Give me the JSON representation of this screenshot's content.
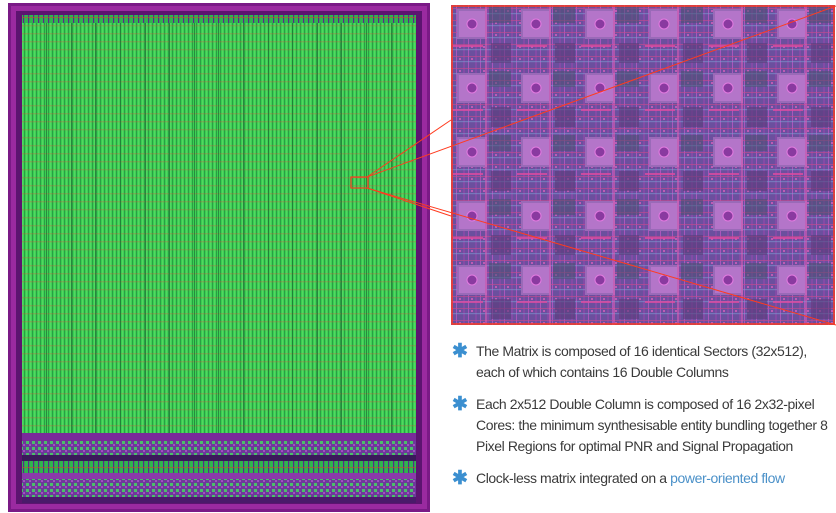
{
  "layout_view": {
    "colors": {
      "matrix_green": "#2ecc4a",
      "border_purple": "#8a1d8a",
      "grid_red": "#cc3a2a",
      "zoom_base": "#6a4f9c",
      "zoom_outline": "#ff3b1f",
      "bullet_blue": "#3b8fd0",
      "link_blue": "#4a90c8"
    }
  },
  "bullets": [
    {
      "icon": "asterisk-icon",
      "text": "The Matrix is composed of 16 identical Sectors (32x512), each of which contains 16 Double Columns"
    },
    {
      "icon": "asterisk-icon",
      "text": "Each 2x512 Double Column is composed of 16 2x32-pixel Cores: the minimum synthesisable entity bundling together 8 Pixel Regions for optimal PNR and Signal Propagation"
    },
    {
      "icon": "asterisk-icon",
      "text": "Clock-less matrix integrated on a ",
      "link": "power-oriented flow"
    }
  ]
}
